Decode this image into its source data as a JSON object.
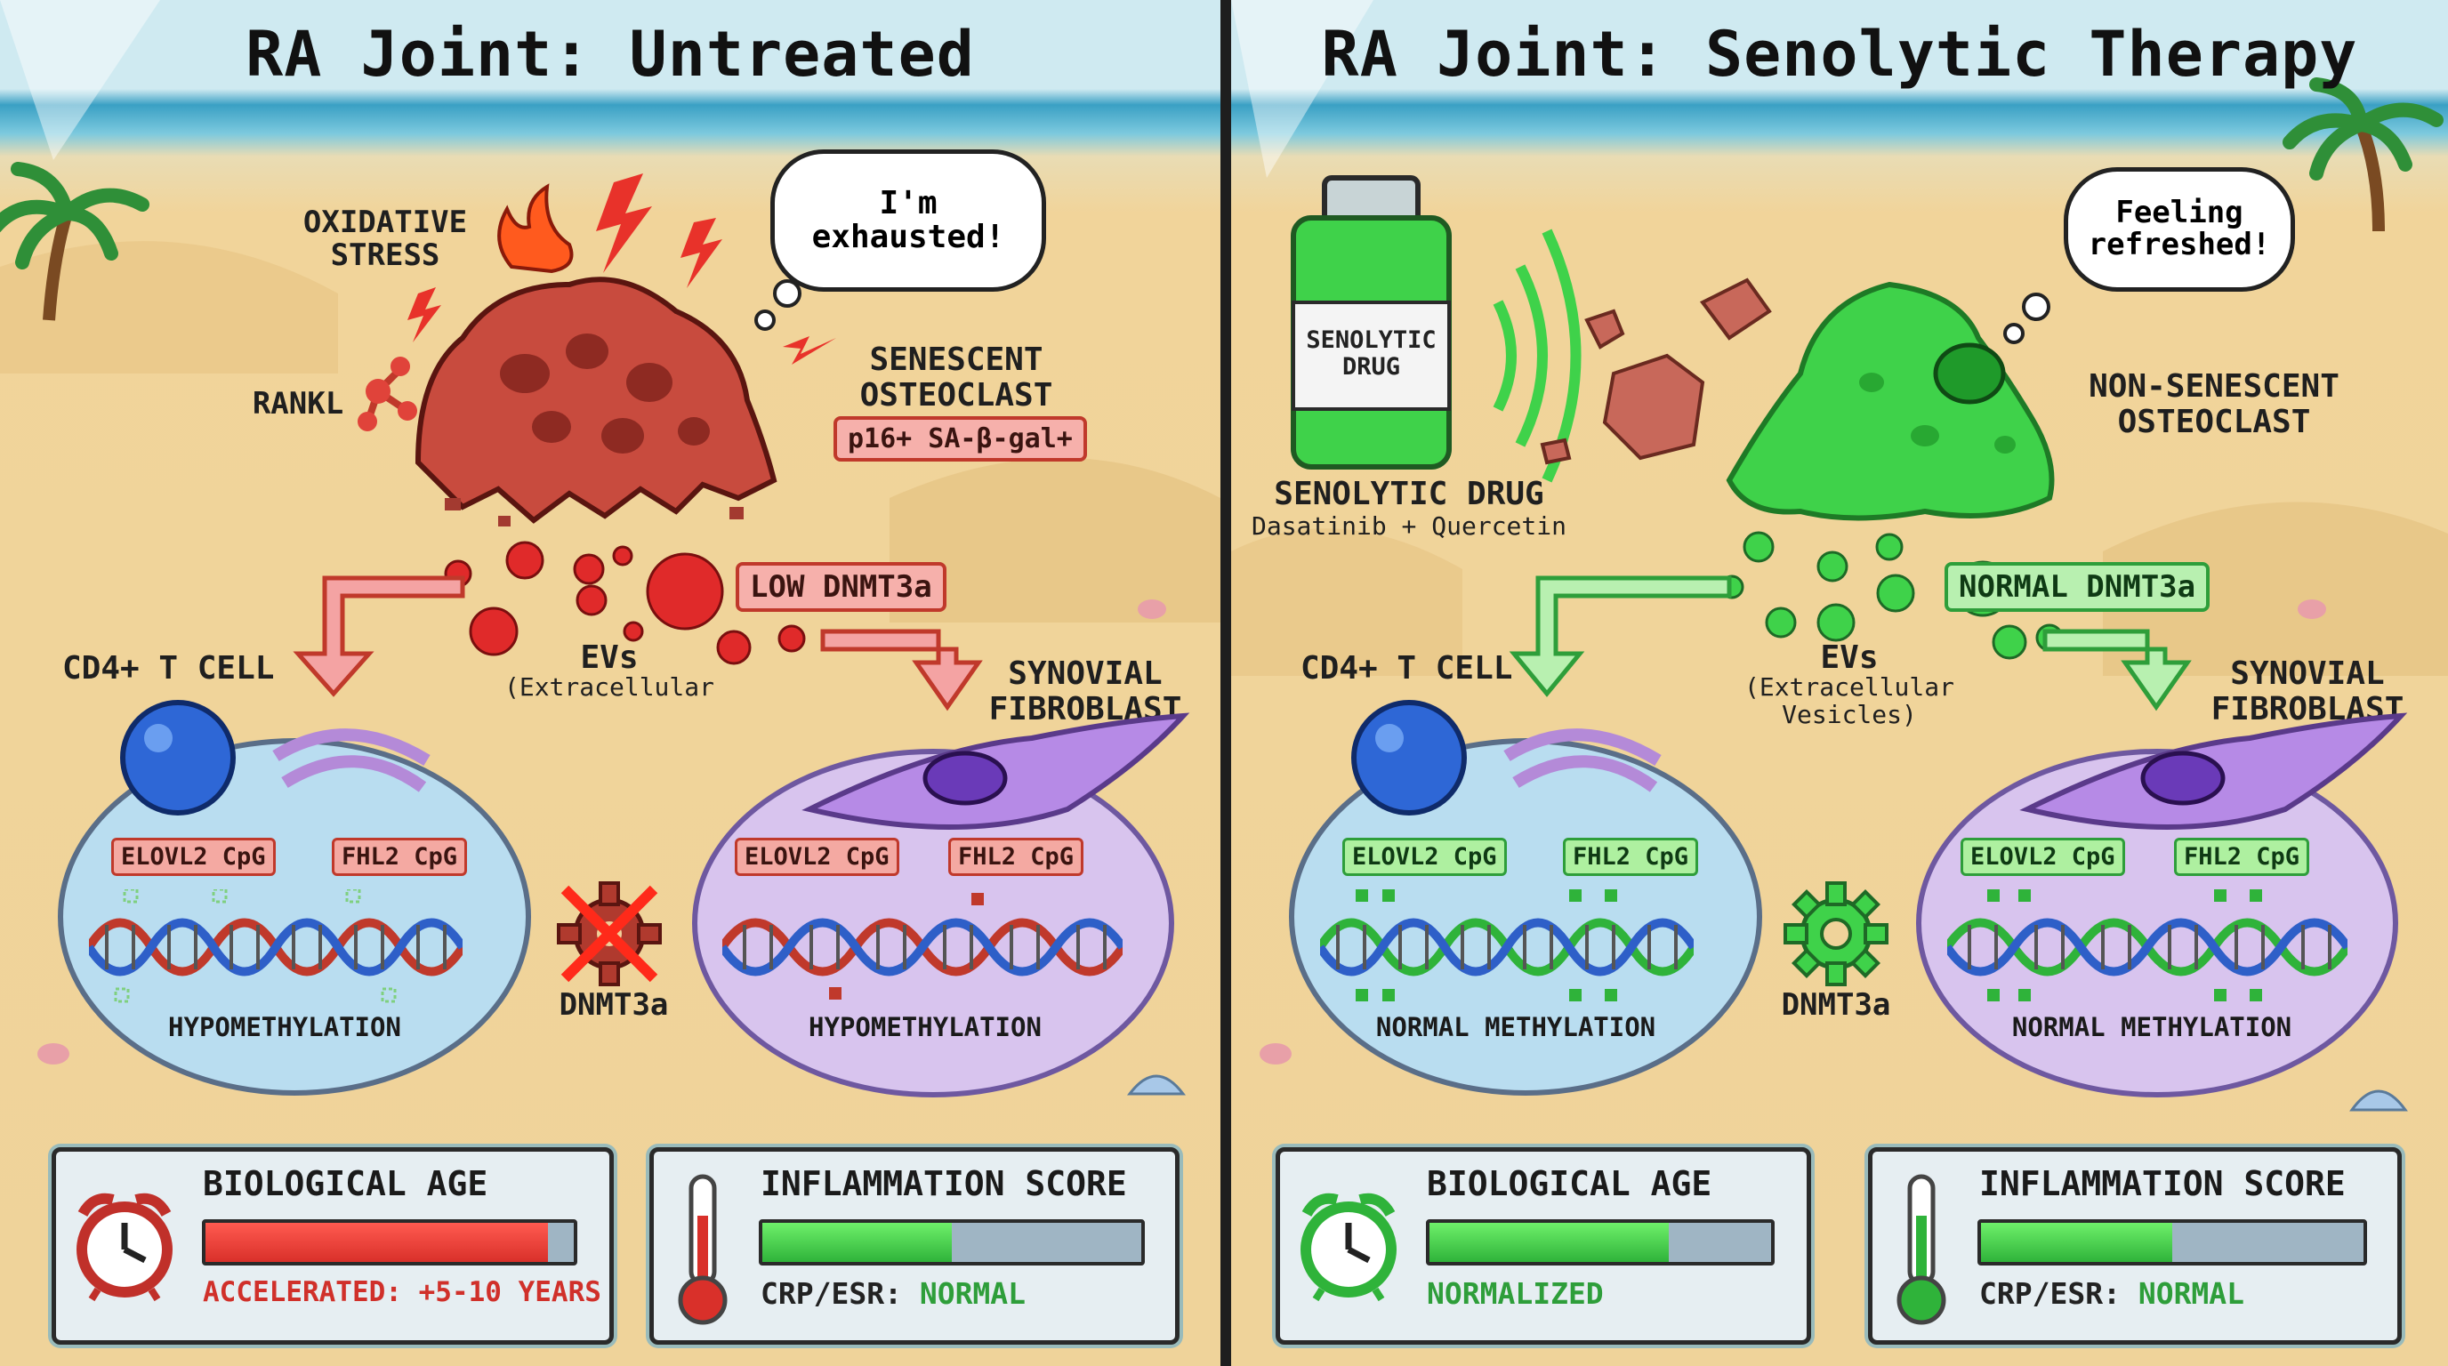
{
  "colors": {
    "red": "#d9403a",
    "green": "#3fd24a",
    "sky": "#cfeaf1",
    "sand": "#efd39a",
    "divider": "#1e1e1e"
  },
  "left": {
    "title": "RA Joint: Untreated",
    "bubble": "I'm\nexhausted!",
    "stress_label": "OXIDATIVE\nSTRESS",
    "rankl_label": "RANKL",
    "cell_label": "SENESCENT\nOSTEOCLAST",
    "markers": "p16+  SA-β-gal+",
    "dnmt_tag": "LOW DNMT3a",
    "evs_label": "EVs",
    "evs_sub": "(Extracellular",
    "tcell_label": "CD4+ T CELL",
    "fibro_label": "SYNOVIAL\nFIBROBLAST",
    "tcell_cpg": [
      "ELOVL2 CpG",
      "FHL2 CpG"
    ],
    "fibro_cpg": [
      "ELOVL2 CpG",
      "FHL2 CpG"
    ],
    "tcell_meth": "HYPOMETHYLATION",
    "fibro_meth": "HYPOMETHYLATION",
    "dnmt_center": "DNMT3a",
    "dnmt_icon": "crossed-out-gear-icon",
    "bio_title": "BIOLOGICAL AGE",
    "bio_level": 0.93,
    "bio_status": "ACCELERATED: +5-10 YEARS",
    "infl_title": "INFLAMMATION SCORE",
    "infl_level": 0.5,
    "infl_prefix": "CRP/ESR:",
    "infl_status": "NORMAL"
  },
  "right": {
    "title": "RA Joint: Senolytic Therapy",
    "bubble": "Feeling\nrefreshed!",
    "bottle_label": "SENOLYTIC\nDRUG",
    "drug_label": "SENOLYTIC DRUG",
    "drug_sub": "Dasatinib + Quercetin",
    "cell_label": "NON-SENESCENT\nOSTEOCLAST",
    "dnmt_tag": "NORMAL DNMT3a",
    "evs_label": "EVs",
    "evs_sub": "(Extracellular\nVesicles)",
    "tcell_label": "CD4+ T CELL",
    "fibro_label": "SYNOVIAL\nFIBROBLAST",
    "tcell_cpg": [
      "ELOVL2 CpG",
      "FHL2 CpG"
    ],
    "fibro_cpg": [
      "ELOVL2 CpG",
      "FHL2 CpG"
    ],
    "tcell_meth": "NORMAL METHYLATION",
    "fibro_meth": "NORMAL METHYLATION",
    "dnmt_center": "DNMT3a",
    "dnmt_icon": "gear-icon",
    "bio_title": "BIOLOGICAL AGE",
    "bio_level": 0.7,
    "bio_status": "NORMALIZED",
    "infl_title": "INFLAMMATION SCORE",
    "infl_level": 0.5,
    "infl_prefix": "CRP/ESR:",
    "infl_status": "NORMAL"
  }
}
